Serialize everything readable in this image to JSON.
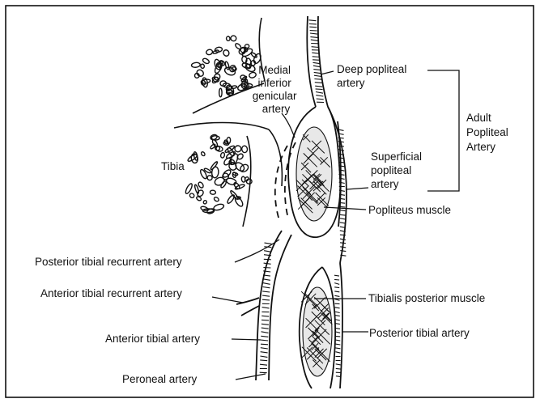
{
  "diagram": {
    "labels": {
      "medial_inferior_genicular_artery": [
        "Medial",
        "inferior",
        "genicular",
        "artery"
      ],
      "deep_popliteal_artery": [
        "Deep popliteal",
        "artery"
      ],
      "adult_popliteal_artery": [
        "Adult",
        "Popliteal",
        "Artery"
      ],
      "superficial_popliteal_artery": [
        "Superficial",
        "popliteal",
        "artery"
      ],
      "tibia": "Tibia",
      "popliteus_muscle": "Popliteus muscle",
      "posterior_tibial_recurrent_artery": "Posterior tibial recurrent artery",
      "anterior_tibial_recurrent_artery": "Anterior tibial recurrent artery",
      "tibialis_posterior_muscle": "Tibialis posterior muscle",
      "anterior_tibial_artery": "Anterior tibial artery",
      "posterior_tibial_artery": "Posterior tibial artery",
      "peroneal_artery": "Peroneal artery"
    }
  }
}
